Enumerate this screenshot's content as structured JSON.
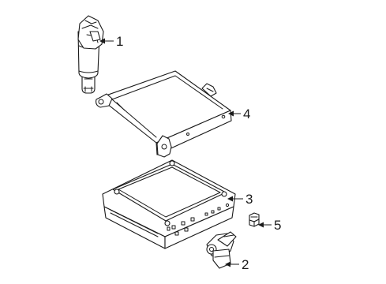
{
  "callouts": {
    "ignition_coil": "1",
    "cam_sensor": "2",
    "ecm": "3",
    "bracket": "4",
    "knock_sensor": "5"
  }
}
